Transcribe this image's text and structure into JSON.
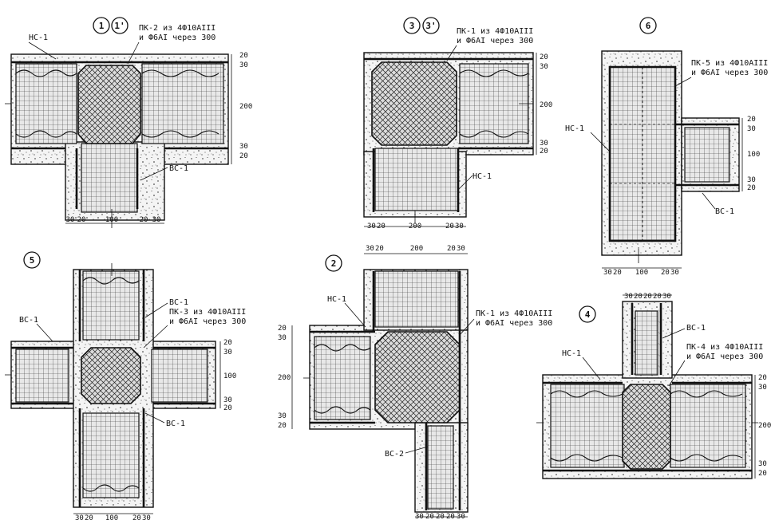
{
  "details": [
    {
      "id": "detail-1",
      "marks": [
        "1",
        "1'"
      ],
      "callouts": [
        "НС-1",
        "ПК-2 из 4Ф10АIII",
        "и Ф6АI через 300",
        "ВС-1"
      ],
      "dims_horizontal": [
        "30",
        "20",
        "100",
        "20",
        "30"
      ],
      "dims_vertical": [
        "20",
        "30",
        "200",
        "30",
        "20"
      ]
    },
    {
      "id": "detail-3",
      "marks": [
        "3",
        "3'"
      ],
      "callouts": [
        "ПК-1 из 4Ф10АIII",
        "и Ф6АI через 300",
        "НС-1"
      ],
      "dims_horizontal": [
        "30",
        "20",
        "200",
        "20",
        "30"
      ],
      "dims_vertical": [
        "20",
        "30",
        "200",
        "30",
        "20"
      ]
    },
    {
      "id": "detail-6",
      "marks": [
        "6"
      ],
      "callouts": [
        "ПК-5 из 4Ф10АIII",
        "и Ф6АI через 300",
        "НС-1",
        "ВС-1"
      ],
      "dims_horizontal": [
        "30",
        "20",
        "100",
        "20",
        "30"
      ],
      "dims_vertical": [
        "20",
        "30",
        "100",
        "30",
        "20"
      ]
    },
    {
      "id": "detail-5",
      "marks": [
        "5"
      ],
      "callouts": [
        "ВС-1",
        "ПК-3 из 4Ф10АIII",
        "и Ф6АI через 300",
        "ВС-1",
        "ВС-1"
      ],
      "dims_horizontal": [
        "30",
        "20",
        "100",
        "20",
        "30"
      ],
      "dims_vertical": [
        "20",
        "30",
        "100",
        "30",
        "20"
      ]
    },
    {
      "id": "detail-2",
      "marks": [
        "2"
      ],
      "callouts": [
        "НС-1",
        "ПК-1 из 4Ф10АIII",
        "и Ф6АI через 300",
        "ВС-2"
      ],
      "dims_horizontal_top": [
        "30",
        "20",
        "200",
        "20",
        "30"
      ],
      "dims_horizontal_bottom": [
        "30",
        "20",
        "20",
        "20",
        "30"
      ],
      "dims_vertical": [
        "20",
        "30",
        "200",
        "30",
        "20"
      ]
    },
    {
      "id": "detail-4",
      "marks": [
        "4"
      ],
      "callouts": [
        "НС-1",
        "ВС-1",
        "ПК-4 из 4Ф10АIII",
        "и Ф6АI через 300"
      ],
      "dims_horizontal_top": [
        "30",
        "20",
        "20",
        "20",
        "30"
      ],
      "dims_vertical": [
        "20",
        "30",
        "200",
        "30",
        "20"
      ]
    }
  ],
  "colors": {
    "ink": "#111111",
    "paper": "#ffffff"
  }
}
